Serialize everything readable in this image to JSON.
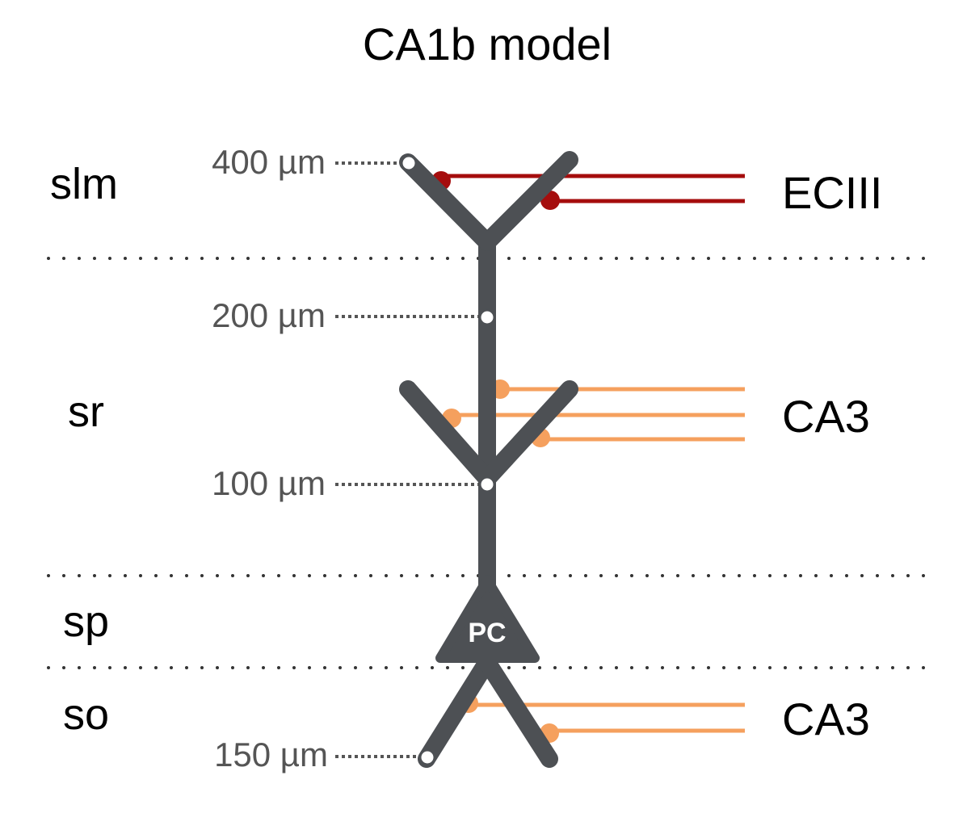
{
  "title": "CA1b model",
  "layers": {
    "slm": "slm",
    "sr": "sr",
    "sp": "sp",
    "so": "so"
  },
  "inputs": {
    "ec": "ECIII",
    "ca3_upper": "CA3",
    "ca3_lower": "CA3"
  },
  "distances": {
    "d400": "400 µm",
    "d200": "200 µm",
    "d100": "100 µm",
    "d150": "150 µm"
  },
  "soma": "PC",
  "colors": {
    "neuron": "#4d5054",
    "ec_input": "#a50d0d",
    "ca3_input": "#f5a05e",
    "divider": "#333333",
    "distance_text": "#555555"
  }
}
